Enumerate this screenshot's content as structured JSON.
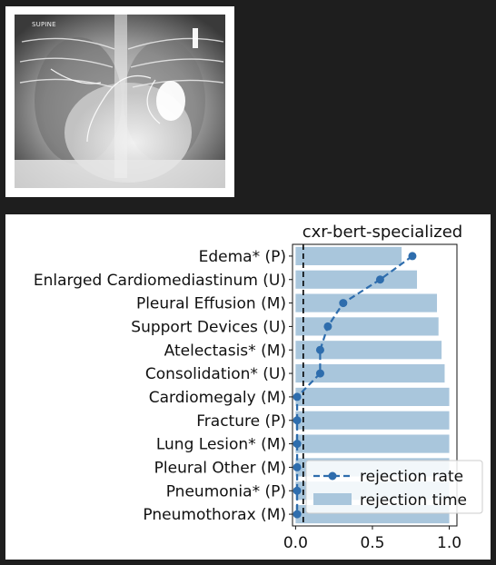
{
  "image_panel": {
    "view_label": "SUPINE",
    "icon": "chest-xray-image"
  },
  "chart_data": {
    "type": "bar",
    "orientation": "horizontal",
    "title": "cxr-bert-specialized",
    "categories": [
      "Edema* (P)",
      "Enlarged Cardiomediastinum (U)",
      "Pleural Effusion (M)",
      "Support Devices (U)",
      "Atelectasis* (M)",
      "Consolidation* (U)",
      "Cardiomegaly (M)",
      "Fracture (P)",
      "Lung Lesion* (M)",
      "Pleural Other (M)",
      "Pneumonia* (P)",
      "Pneumothorax (M)"
    ],
    "series": [
      {
        "name": "rejection rate",
        "type": "line",
        "style": "dashed",
        "color": "#2e6dad",
        "values": [
          0.76,
          0.55,
          0.31,
          0.21,
          0.16,
          0.16,
          0.01,
          0.01,
          0.01,
          0.01,
          0.01,
          0.01
        ]
      },
      {
        "name": "rejection time",
        "type": "bar",
        "color": "#a9c6dc",
        "values": [
          0.69,
          0.79,
          0.92,
          0.93,
          0.95,
          0.97,
          1.0,
          1.0,
          1.0,
          1.0,
          1.0,
          1.0
        ]
      }
    ],
    "threshold_line": 0.05,
    "threshold_style": "dashed",
    "threshold_color": "#000000",
    "xlim": [
      -0.02,
      1.05
    ],
    "xticks": [
      "0.0",
      "0.5",
      "1.0"
    ],
    "xlabel": "",
    "ylabel": "",
    "grid": false,
    "legend_position": "lower-right"
  }
}
